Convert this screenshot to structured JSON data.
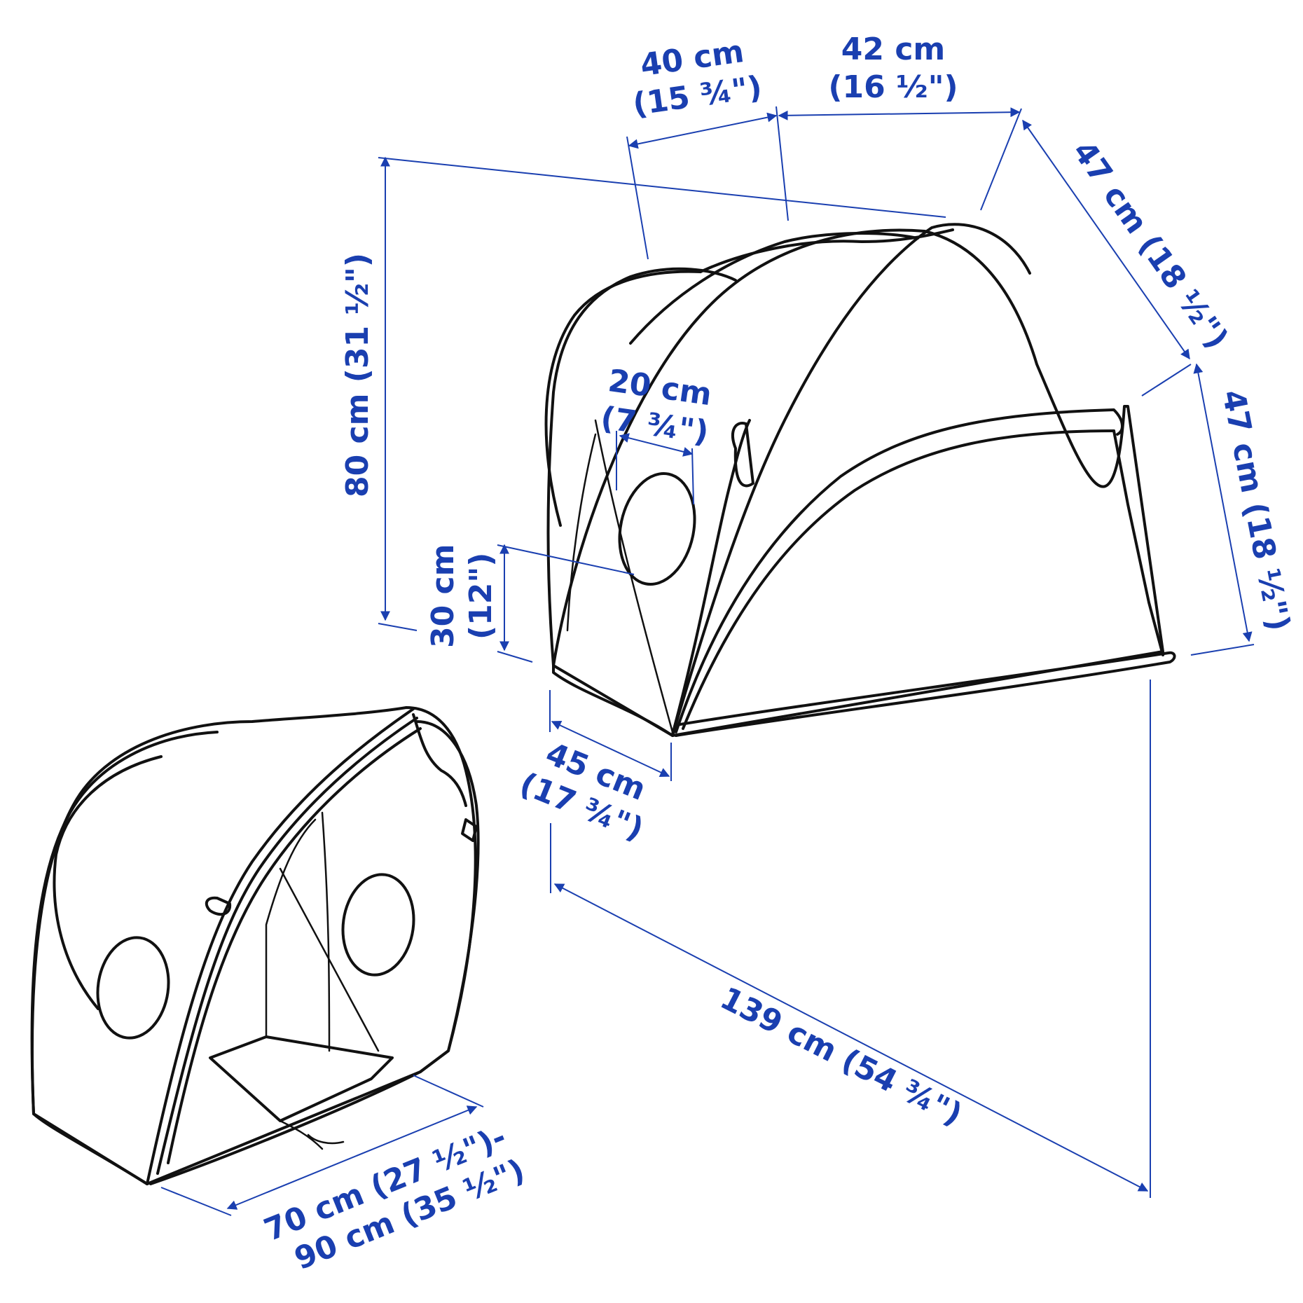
{
  "accent_color": "#1a3fb0",
  "labels": {
    "width_top": {
      "metric": "40 cm",
      "imperial": "(15 ¾\")"
    },
    "depth_top": {
      "metric": "42 cm",
      "imperial": "(16 ½\")"
    },
    "diag_upper": "47 cm (18 ½\")",
    "right_side": "47 cm (18 ½\")",
    "height_total": "80 cm (31 ½\")",
    "window": {
      "metric": "20 cm",
      "imperial": "(7 ¾\")"
    },
    "window_height": {
      "metric": "30 cm",
      "imperial": "(12\")"
    },
    "base_front": {
      "metric": "45 cm",
      "imperial": "(17 ¾\")"
    },
    "base_long": "139 cm (54 ¾\")",
    "strap": {
      "line1": "70 cm (27 ½\")-",
      "line2": "90 cm (35 ½\")"
    }
  }
}
